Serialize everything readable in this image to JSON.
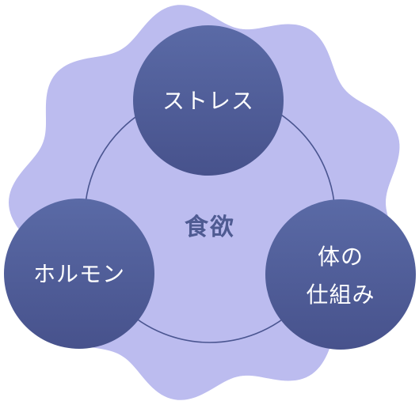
{
  "center_label": "食欲",
  "nodes": [
    {
      "id": "stress",
      "lines": [
        "ストレス"
      ]
    },
    {
      "id": "hormone",
      "lines": [
        "ホルモン"
      ]
    },
    {
      "id": "body",
      "lines": [
        "体の",
        "仕組み"
      ]
    }
  ],
  "colors": {
    "background_blob": "#bcbcef",
    "node_fill_top": "#5a6aa6",
    "node_fill_bottom": "#47528c",
    "ring_stroke": "#4a5590",
    "center_text": "#4f5b92",
    "node_text": "#ffffff"
  }
}
